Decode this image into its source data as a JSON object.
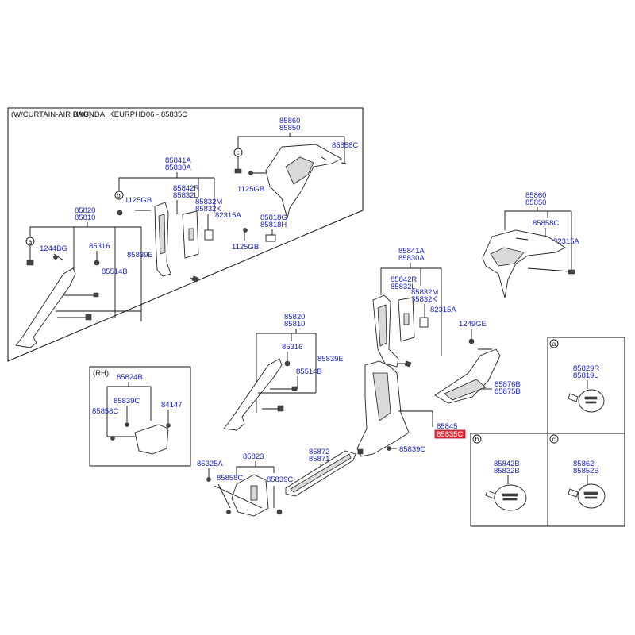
{
  "header": {
    "variant_label": "(W/CURTAIN-AIR BAG)",
    "title": "HYUNDAI KEURPHD06 - 85835C"
  },
  "inset_rh_label": "(RH)",
  "callouts": [
    "a",
    "b",
    "c"
  ],
  "labels": {
    "l85860_85850_top": [
      "85860",
      "85850"
    ],
    "l85858C_top": "85858C",
    "l1125GB_1": "1125GB",
    "l85841A_85830A_top": [
      "85841A",
      "85830A"
    ],
    "l1125GB_2": "1125GB",
    "l85842R_85832L_top": [
      "85842R",
      "85832L"
    ],
    "l85832M_85832K_top": [
      "85832M",
      "85832K"
    ],
    "l82315A_top": "82315A",
    "l85818G_85818H": [
      "85818G",
      "85818H"
    ],
    "l1125GB_3": "1125GB",
    "l85820_85810_top": [
      "85820",
      "85810"
    ],
    "l1244BG": "1244BG",
    "l85316_top": "85316",
    "l85839E_top": "85839E",
    "l85514B_top": "85514B",
    "r85860_85850": [
      "85860",
      "85850"
    ],
    "r85858C": "85858C",
    "r82315A": "82315A",
    "m85841A_85830A": [
      "85841A",
      "85830A"
    ],
    "m85842R_85832L": [
      "85842R",
      "85832L"
    ],
    "m85832M_85832K": [
      "85832M",
      "85832K"
    ],
    "m82315A": "82315A",
    "m1249GE": "1249GE",
    "m85876B_85875B": [
      "85876B",
      "85875B"
    ],
    "m85845": "85845",
    "m85835C": "85835C",
    "m85839C": "85839C",
    "c85820_85810": [
      "85820",
      "85810"
    ],
    "c85316": "85316",
    "c85839E": "85839E",
    "c85514B": "85514B",
    "rh85824B": "85824B",
    "rh85839C": "85839C",
    "rh85858C": "85858C",
    "rh84147": "84147",
    "b85325A": "85325A",
    "b85823": "85823",
    "b85858C": "85858C",
    "b85839C": "85839C",
    "b85872_85871": [
      "85872",
      "85871"
    ],
    "pa85829R_85819L": [
      "85829R",
      "85819L"
    ],
    "pb85842B_85832B": [
      "85842B",
      "85832B"
    ],
    "pc85862_85852B": [
      "85862",
      "85852B"
    ]
  },
  "colors": {
    "label": "#1a24b8",
    "highlight": "#e8303c",
    "line": "#111111"
  }
}
